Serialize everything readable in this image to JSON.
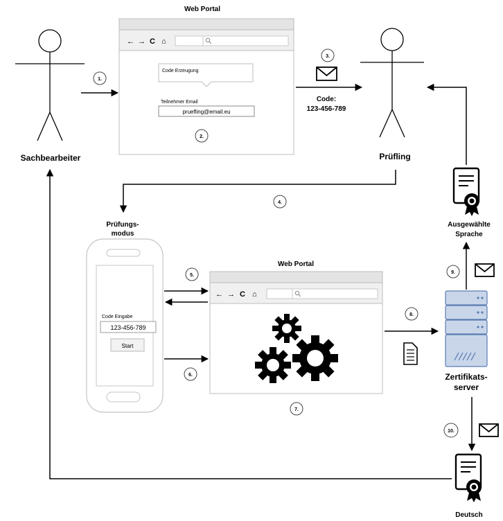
{
  "top_portal": {
    "title": "Web Portal",
    "nav_glyphs": [
      "←",
      "→",
      "C",
      "⌂"
    ],
    "code_input_placeholder": "Code Erzeugung",
    "email_label": "Teilnehmer Email",
    "email_value": "pruefling@email.eu",
    "step": "2."
  },
  "actors": {
    "sachbearbeiter": "Sachbearbeiter",
    "pruefling": "Prüfling"
  },
  "mail_code": {
    "step": "3.",
    "label": "Code:",
    "code": "123-456-789"
  },
  "steps": {
    "s1": "1.",
    "s4": "4.",
    "s5": "5.",
    "s6": "6.",
    "s7": "7.",
    "s8": "8.",
    "s9": "9.",
    "s10": "10."
  },
  "phone": {
    "title_line1": "Prüfungs-",
    "title_line2": "modus",
    "input_label": "Code Eingabe",
    "input_value": "123-456-789",
    "start_button": "Start"
  },
  "bottom_portal": {
    "title": "Web Portal",
    "nav_glyphs": [
      "←",
      "→",
      "C",
      "⌂"
    ]
  },
  "server": {
    "line1": "Zertifikats-",
    "line2": "server"
  },
  "cert_top": {
    "line1": "Ausgewählte",
    "line2": "Sprache"
  },
  "cert_bottom": {
    "line1": "Deutsch"
  }
}
